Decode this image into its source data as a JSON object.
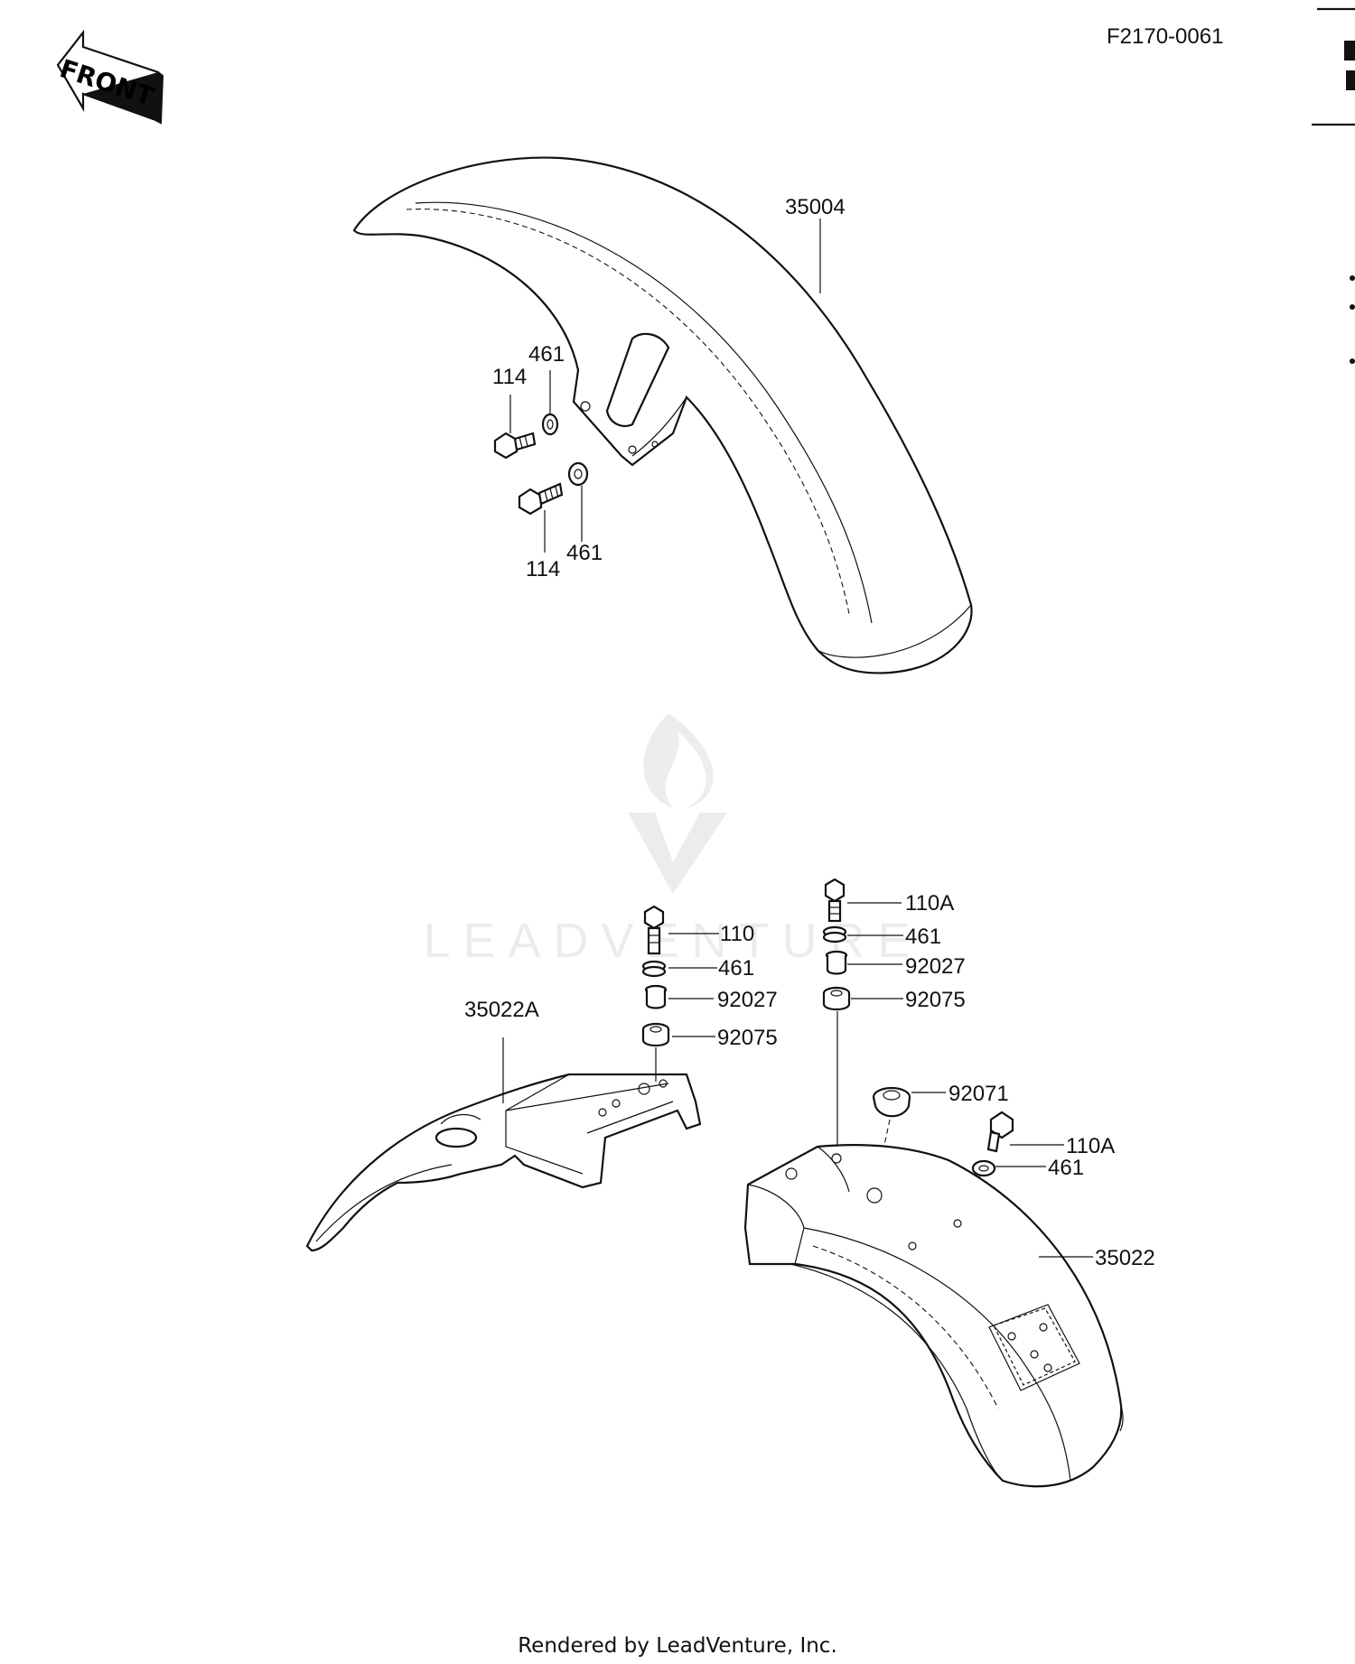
{
  "diagram": {
    "reference_code": "F2170-0061",
    "front_badge": "FRONT",
    "footer": "Rendered by LeadVenture, Inc.",
    "watermark": "LEADVENTURE",
    "callouts": {
      "front_fender": "35004",
      "front_bolt_upper": "114",
      "front_washer_upper": "461",
      "front_bolt_lower": "114",
      "front_washer_lower": "461",
      "rear_fender_front_section": "35022A",
      "left_bolt": "110",
      "left_washer": "461",
      "left_collar": "92027",
      "left_damper": "92075",
      "right_bolt": "110A",
      "right_washer": "461",
      "right_collar": "92027",
      "right_damper": "92075",
      "grommet": "92071",
      "side_bolt": "110A",
      "side_washer": "461",
      "rear_fender": "35022"
    }
  }
}
